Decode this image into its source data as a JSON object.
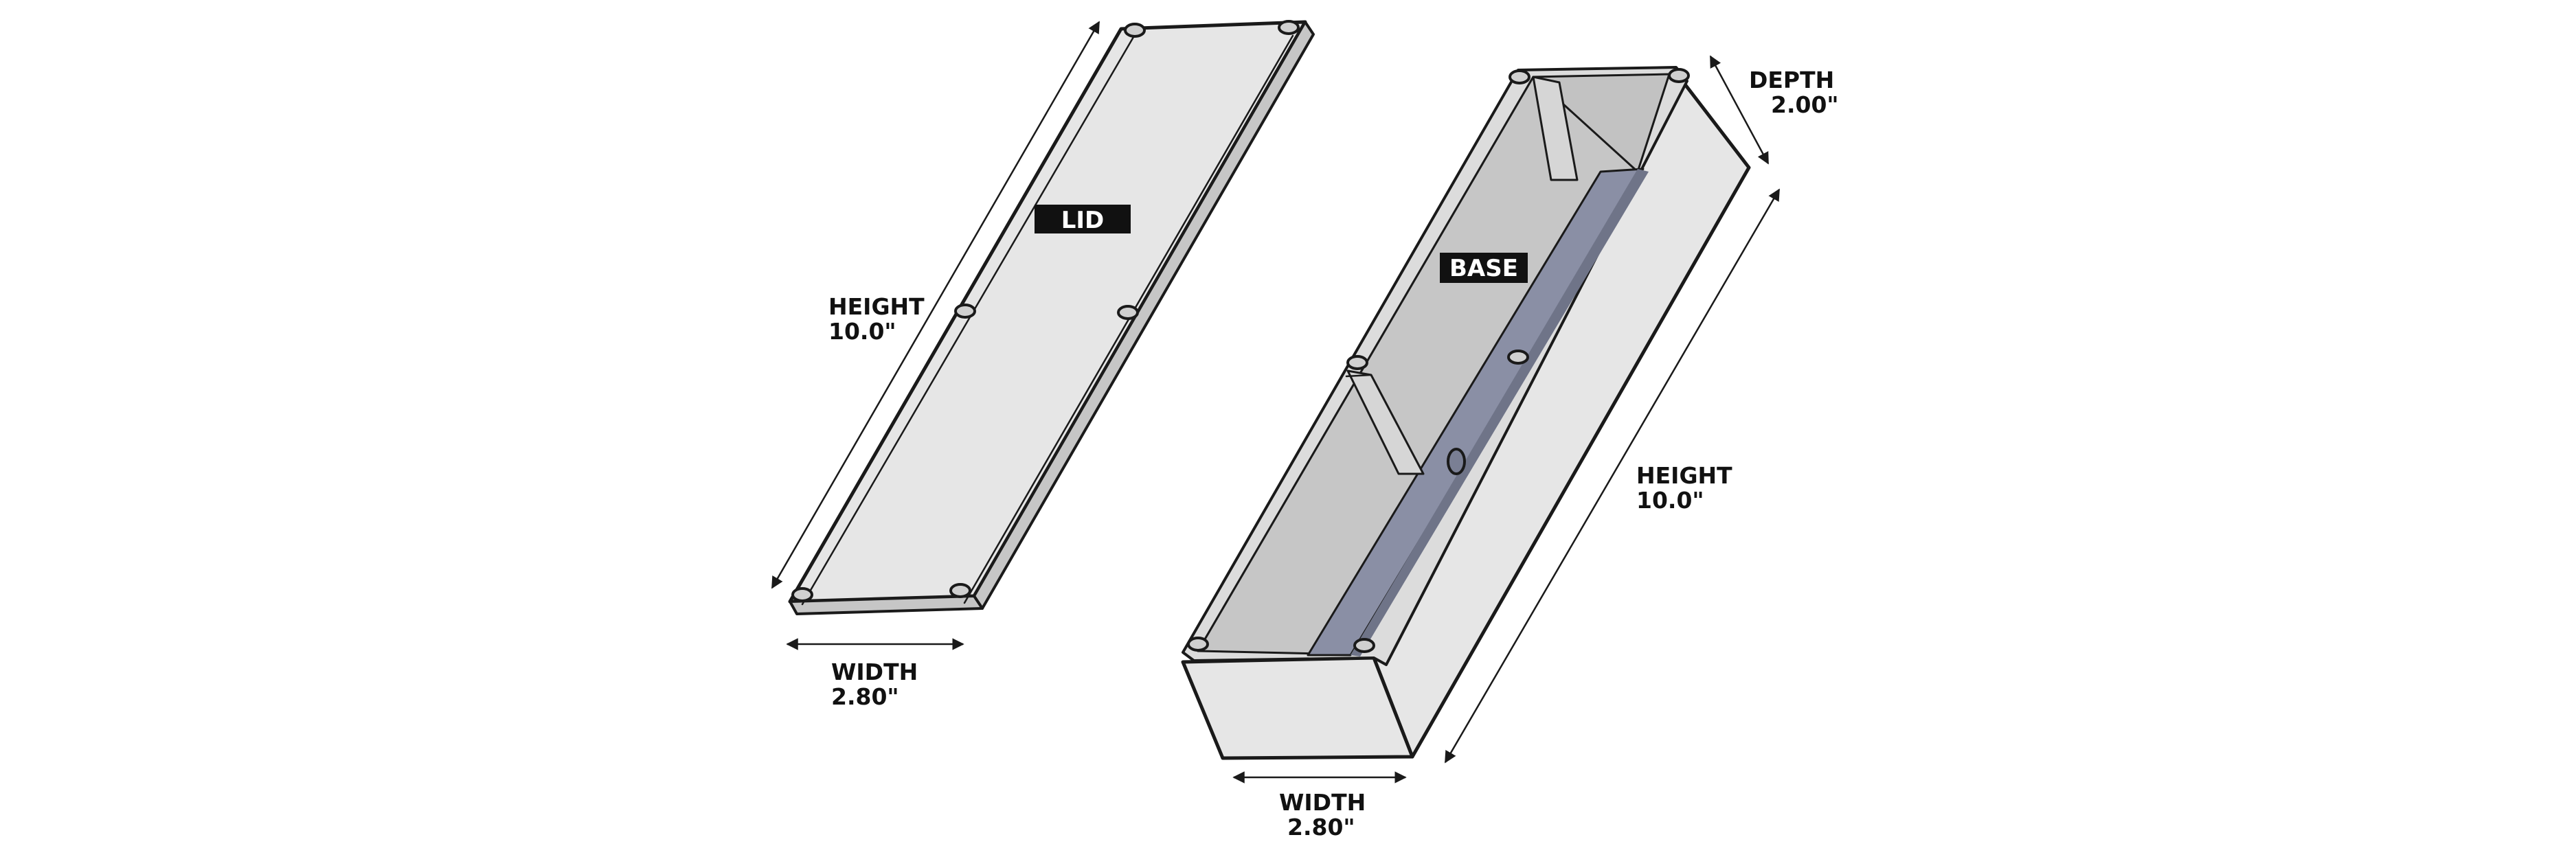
{
  "lid": {
    "tag": "LID",
    "height_label": "HEIGHT",
    "height_value": "10.0\"",
    "width_label": "WIDTH",
    "width_value": "2.80\""
  },
  "base": {
    "tag": "BASE",
    "depth_label": "DEPTH",
    "depth_value": "2.00\"",
    "height_label": "HEIGHT",
    "height_value": "10.0\"",
    "width_label": "WIDTH",
    "width_value": "2.80\""
  },
  "colors": {
    "panel_light": "#e6e6e6",
    "panel_mid": "#c6c6c6",
    "panel_shadow": "#b5b5b5",
    "floor": "#8a8fa5",
    "outline": "#1a1a1a",
    "tag_bg": "#111111"
  }
}
